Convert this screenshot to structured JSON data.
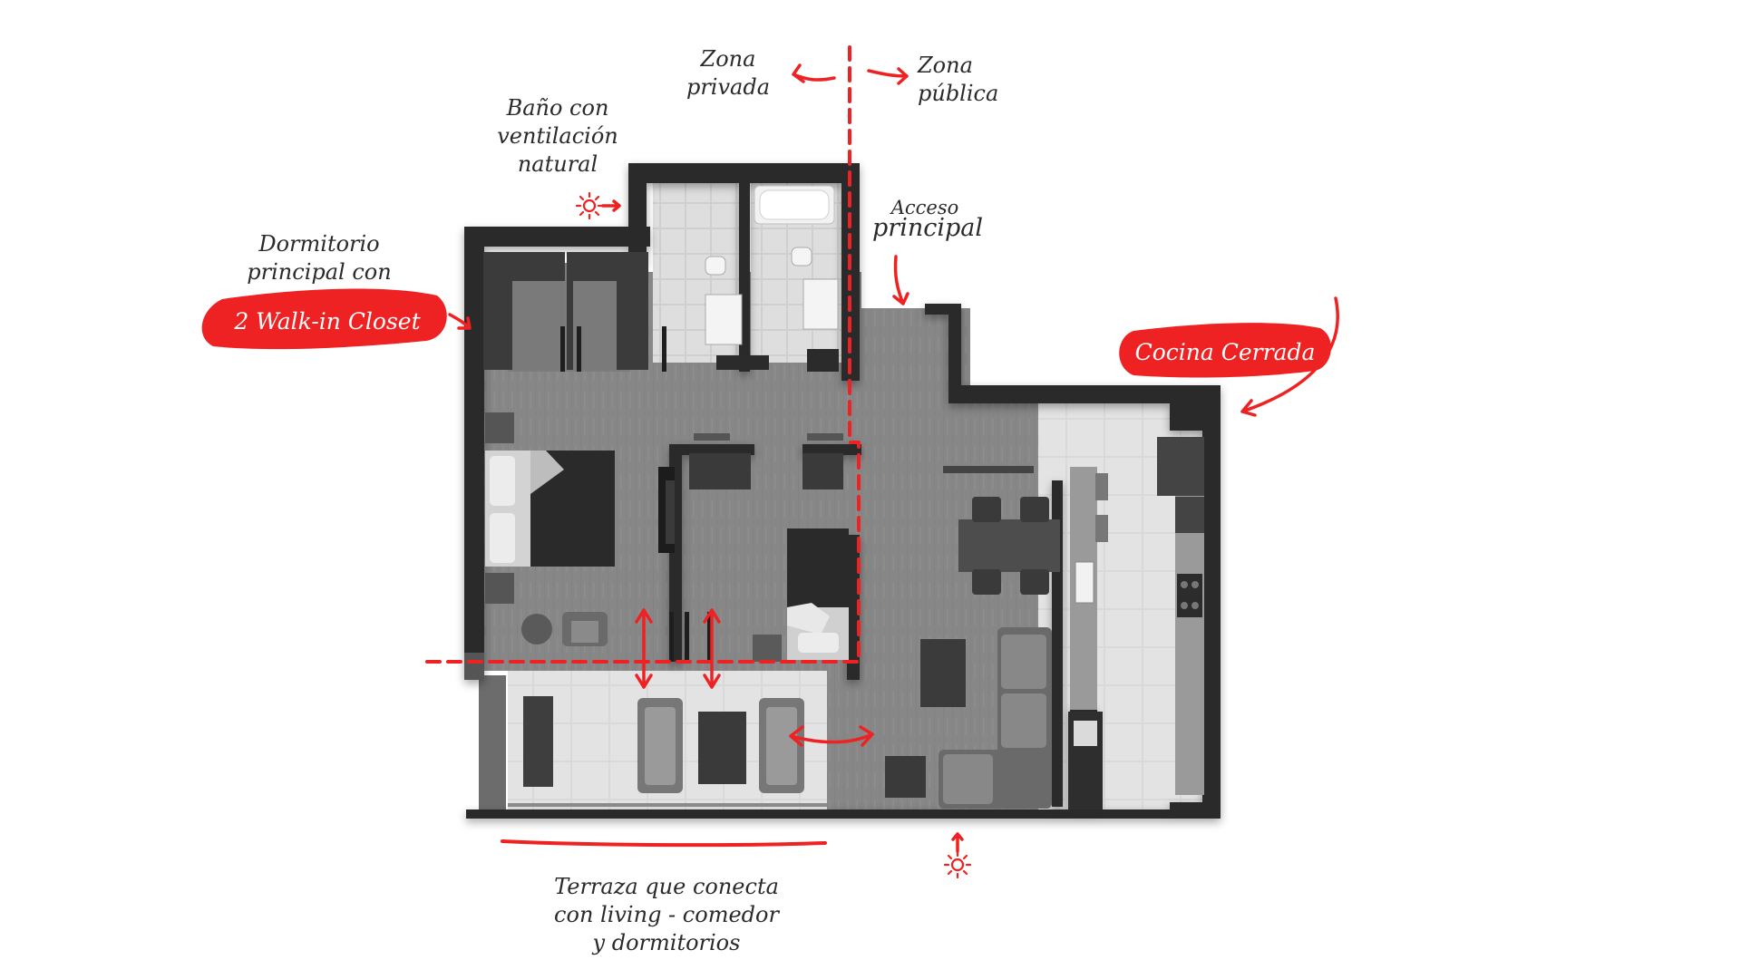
{
  "colors": {
    "accent_red": "#ee2222",
    "wall": "#2b2b2b",
    "floor": "#8a8a8a",
    "tile": "#d6d6d6",
    "furniture_dark": "#333333",
    "furniture_mid": "#5e5e5e",
    "text": "#2a2a2a"
  },
  "annotations": {
    "zona_privada": "Zona\nprivada",
    "zona_publica": "Zona\npública",
    "bano": "Baño con\nventilación\nnatural",
    "acceso": "Acceso",
    "acceso_principal": "principal",
    "dormitorio": "Dormitorio\nprincipal con",
    "walk_in": "2 Walk-in Closet",
    "cocina": "Cocina Cerrada",
    "terraza": "Terraza que conecta\ncon living - comedor\ny dormitorios"
  },
  "icons": {
    "sun_1": "sun-icon",
    "sun_2": "sun-icon"
  }
}
